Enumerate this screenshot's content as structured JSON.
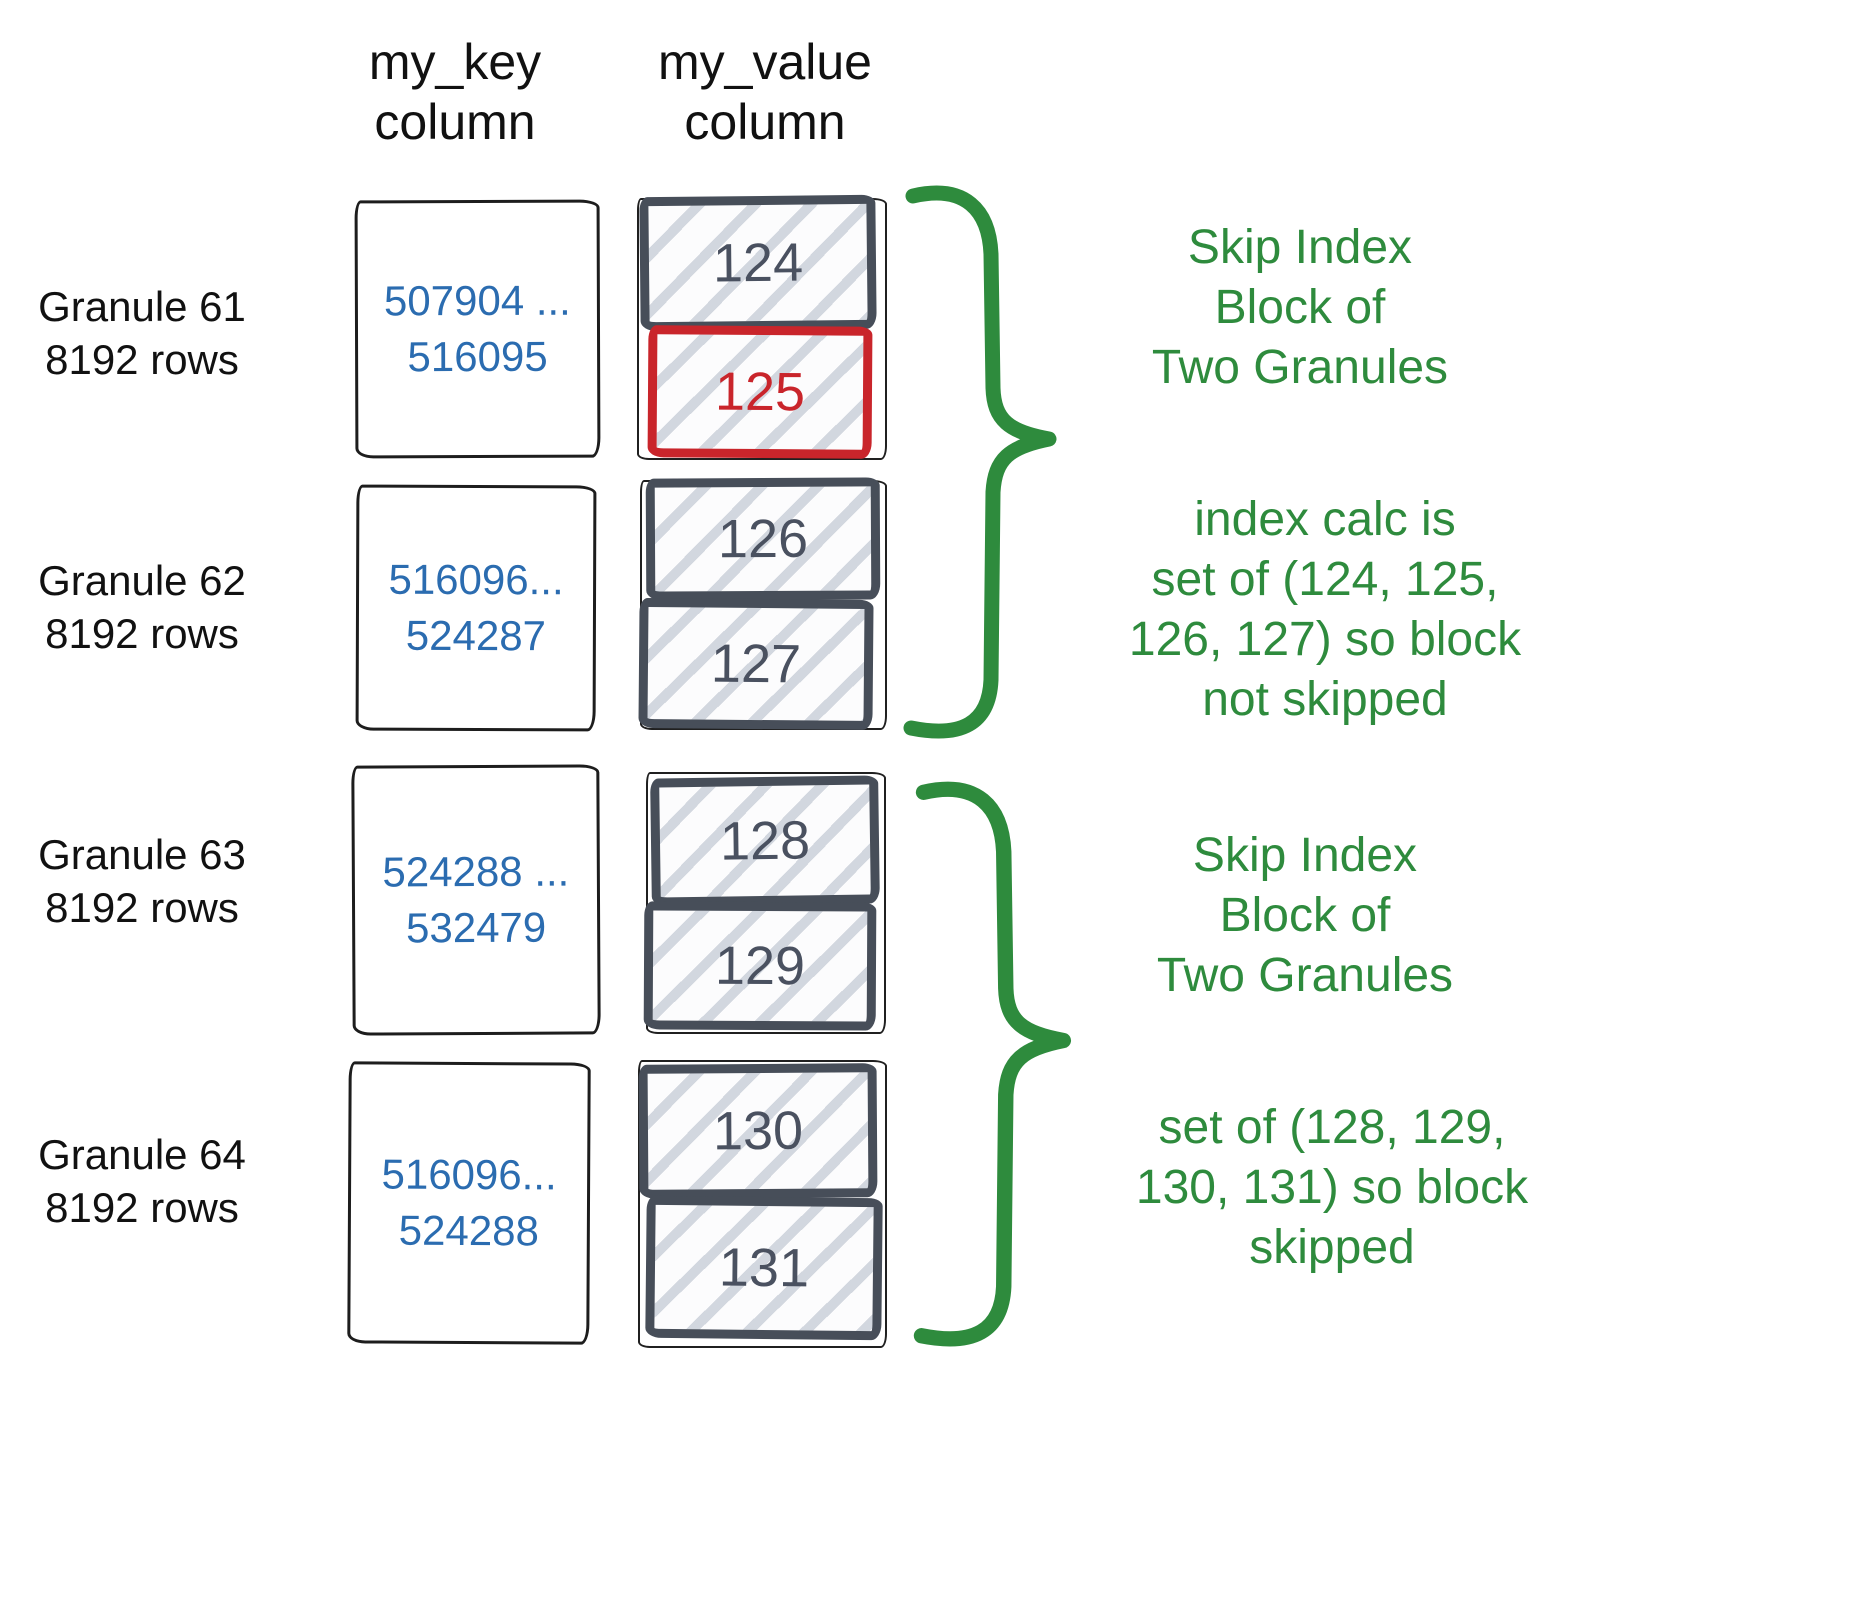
{
  "colors": {
    "key_text": "#2b6cb0",
    "value_border": "#474e59",
    "value_text": "#4a5160",
    "highlight": "#c9252b",
    "green": "#2e8b3d"
  },
  "columns": {
    "key": [
      "my_key",
      "column"
    ],
    "value": [
      "my_value",
      "column"
    ]
  },
  "granules": [
    {
      "name": [
        "Granule 61",
        "8192 rows"
      ],
      "key_range": [
        "507904 ...",
        "516095"
      ],
      "blocks": [
        {
          "value": "124",
          "highlight": false
        },
        {
          "value": "125",
          "highlight": true
        }
      ]
    },
    {
      "name": [
        "Granule 62",
        "8192 rows"
      ],
      "key_range": [
        "516096...",
        "524287"
      ],
      "blocks": [
        {
          "value": "126",
          "highlight": false
        },
        {
          "value": "127",
          "highlight": false
        }
      ]
    },
    {
      "name": [
        "Granule 63",
        "8192 rows"
      ],
      "key_range": [
        "524288 ...",
        "532479"
      ],
      "blocks": [
        {
          "value": "128",
          "highlight": false
        },
        {
          "value": "129",
          "highlight": false
        }
      ]
    },
    {
      "name": [
        "Granule 64",
        "8192 rows"
      ],
      "key_range": [
        "516096...",
        "524288"
      ],
      "blocks": [
        {
          "value": "130",
          "highlight": false
        },
        {
          "value": "131",
          "highlight": false
        }
      ]
    }
  ],
  "annotations": [
    {
      "lines": [
        "Skip Index",
        "Block of",
        "Two Granules"
      ]
    },
    {
      "lines": [
        "index calc is",
        "set of (124, 125,",
        "126, 127) so block",
        "not skipped"
      ]
    },
    {
      "lines": [
        "Skip Index",
        "Block of",
        "Two Granules"
      ]
    },
    {
      "lines": [
        "set of (128, 129,",
        "130, 131) so block",
        "skipped"
      ]
    }
  ]
}
